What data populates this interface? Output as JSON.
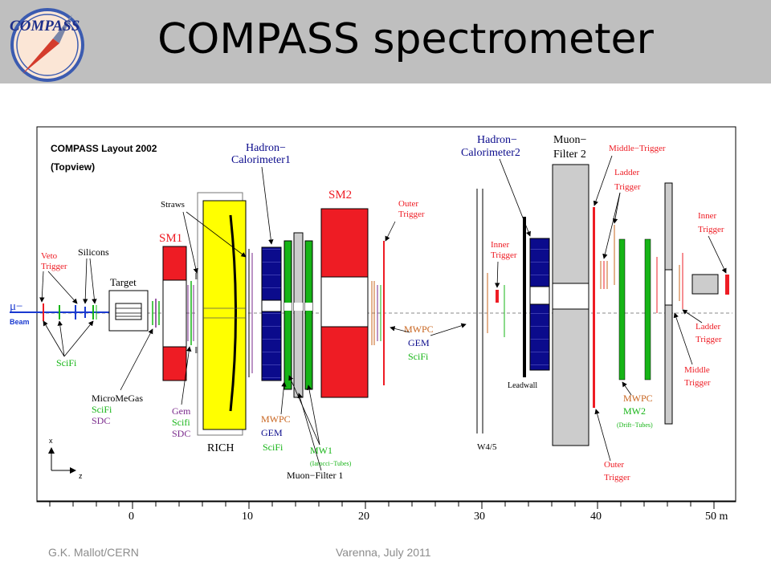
{
  "slide": {
    "title": "COMPASS spectrometer",
    "logo_text": "COMPASS",
    "footer_left": "G.K. Mallot/CERN",
    "footer_right": "Varenna, July 2011"
  },
  "diagram": {
    "layout_title": "COMPASS Layout 2002",
    "layout_subtitle": "(Topview)",
    "beam_particle": "μ−",
    "beam_label": "Beam",
    "target": "Target",
    "silicons": "Silicons",
    "veto_trigger": [
      "Veto",
      "Trigger"
    ],
    "scifi_left": "SciFi",
    "micromegas_group": [
      "MicroMeGas",
      "SciFi",
      "SDC"
    ],
    "gem_group": [
      "Gem",
      "Scifi",
      "SDC"
    ],
    "straws": "Straws",
    "sm1": "SM1",
    "rich": "RICH",
    "hcal1": [
      "Hadron−",
      "Calorimeter1"
    ],
    "sm2": "SM2",
    "outer_trigger_top": [
      "Outer",
      "Trigger"
    ],
    "mwpc_group1": [
      "MWPC",
      "GEM",
      "SciFi"
    ],
    "mw1": "MW1",
    "mw1_sub": "(Iarocci−Tubes)",
    "muon_filter1": "Muon−Filter 1",
    "mwpc_group2": [
      "MWPC",
      "GEM",
      "SciFi"
    ],
    "w45": "W4/5",
    "inner_trigger_mid": [
      "Inner",
      "Trigger"
    ],
    "hcal2": [
      "Hadron−",
      "Calorimeter2"
    ],
    "leadwall": "Leadwall",
    "muon_filter2": [
      "Muon−",
      "Filter 2"
    ],
    "middle_trigger_top": "Middle−Trigger",
    "ladder_trigger_top": [
      "Ladder",
      "Trigger"
    ],
    "inner_trigger_right": [
      "Inner",
      "Trigger"
    ],
    "ladder_trigger_bottom": [
      "Ladder",
      "Trigger"
    ],
    "middle_trigger_bottom": [
      "Middle",
      "Trigger"
    ],
    "outer_trigger_bottom": [
      "Outer",
      "Trigger"
    ],
    "mwpc_group3": [
      "MWPC",
      "MW2"
    ],
    "mw2_sub": "(Drift−Tubes)",
    "axis_x_label": "x",
    "axis_z_label": "z",
    "scale_ticks": [
      "0",
      "10",
      "20",
      "30",
      "40",
      "50 m"
    ],
    "colors": {
      "red": "#ee1c24",
      "blue": "#0b0b8c",
      "green": "#16b416",
      "yellow": "#ffff00",
      "gray": "#cccccc",
      "purple": "#7a2a8c",
      "orange": "#c8641e"
    }
  }
}
